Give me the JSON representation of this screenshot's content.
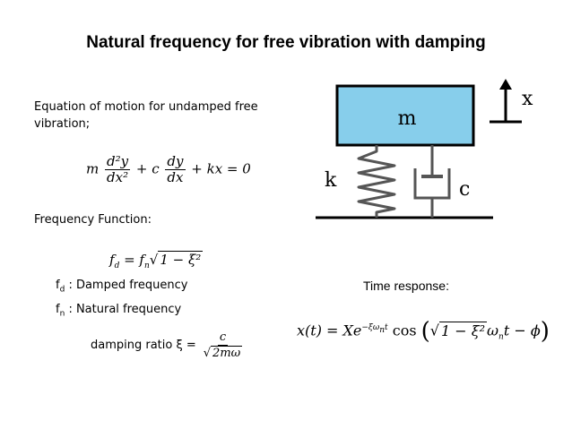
{
  "title": "Natural frequency for free vibration with damping",
  "section_equation": {
    "heading_line1": "Equation of motion for undamped free",
    "heading_line2": "vibration;",
    "eq": {
      "m": "m",
      "num1": "d²y",
      "den1": "dx²",
      "plus1": "+ c",
      "num2": "dy",
      "den2": "dx",
      "tail": "+ kx = 0"
    }
  },
  "section_frequency": {
    "heading": "Frequency Function:",
    "eq": {
      "lhs": "f",
      "lhs_sub": "d",
      "eq_sign": " = f",
      "rhs_sub": "n",
      "radicand": "1 − ξ²"
    },
    "defs": [
      {
        "sym": "f",
        "sub": "d",
        "text": ": Damped frequency"
      },
      {
        "sym": "f",
        "sub": "n",
        "text": ": Natural frequency"
      }
    ],
    "damping": {
      "label": "damping ratio ξ =",
      "num": "c",
      "den": "2mω"
    }
  },
  "diagram": {
    "mass_label": "m",
    "spring_label": "k",
    "damper_label": "c",
    "axis_label": "x",
    "mass_fill": "#87ceeb"
  },
  "time_response": {
    "label": "Time response:",
    "lhs": "x(t) = Xe",
    "exponent": "−ξω",
    "exponent_sub": "n",
    "exponent_t": "t",
    "cos": "cos",
    "radicand": "1 − ξ²",
    "omega": "ω",
    "omega_sub": "n",
    "tail": "t − ϕ"
  }
}
